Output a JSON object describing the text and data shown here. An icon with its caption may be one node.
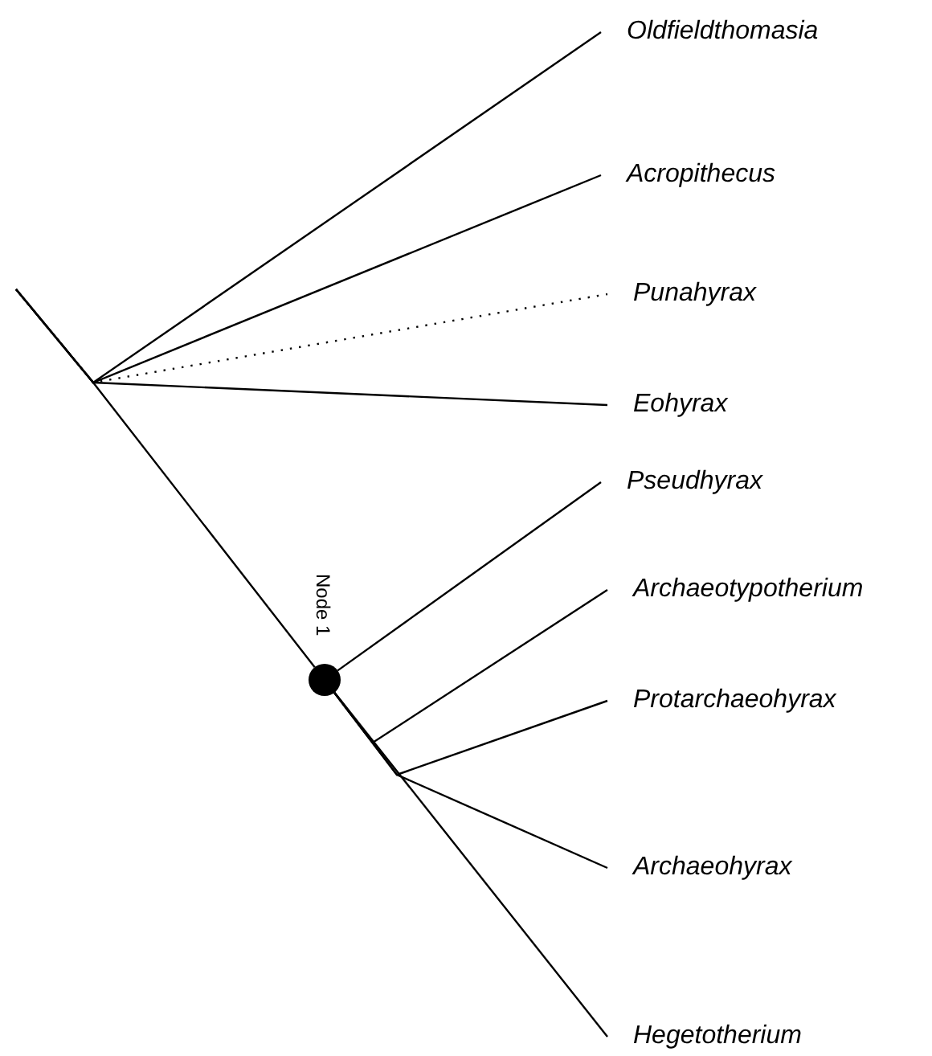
{
  "diagram": {
    "nodes": [
      {
        "text": [
          "Oldfieldthomasia"
        ]
      },
      {
        "text": [
          "Acropithecus"
        ]
      },
      {
        "text": [
          "Punahyrax"
        ]
      },
      {
        "text": [
          "Eohyrax"
        ]
      },
      {
        "text": [
          "Pseudhyrax"
        ]
      },
      {
        "text": [
          "Archaeotypotherium"
        ]
      },
      {
        "text": [],
        "shape": "circle",
        "beside": [
          "Node 1"
        ]
      },
      {
        "text": [
          "Protarchaeohyrax"
        ]
      },
      {
        "text": [
          "Archaeohyrax"
        ]
      },
      {
        "text": [
          "Hegetotherium"
        ]
      }
    ],
    "edges": [
      {
        "from": null,
        "to": 0,
        "arrow": "none"
      },
      {
        "from": null,
        "to": 1,
        "arrow": "none"
      },
      {
        "from": null,
        "to": 2,
        "arrow": "none",
        "style": "dashed"
      },
      {
        "from": null,
        "to": 3,
        "arrow": "none"
      },
      {
        "from": null,
        "to": 6,
        "arrow": "none"
      },
      {
        "from": 6,
        "to": 4,
        "arrow": "none"
      },
      {
        "from": 6,
        "to": 5,
        "arrow": "none"
      },
      {
        "from": 6,
        "to": 7,
        "arrow": "none"
      },
      {
        "from": 6,
        "to": 8,
        "arrow": "none"
      },
      {
        "from": 6,
        "to": 9,
        "arrow": "none"
      }
    ]
  }
}
